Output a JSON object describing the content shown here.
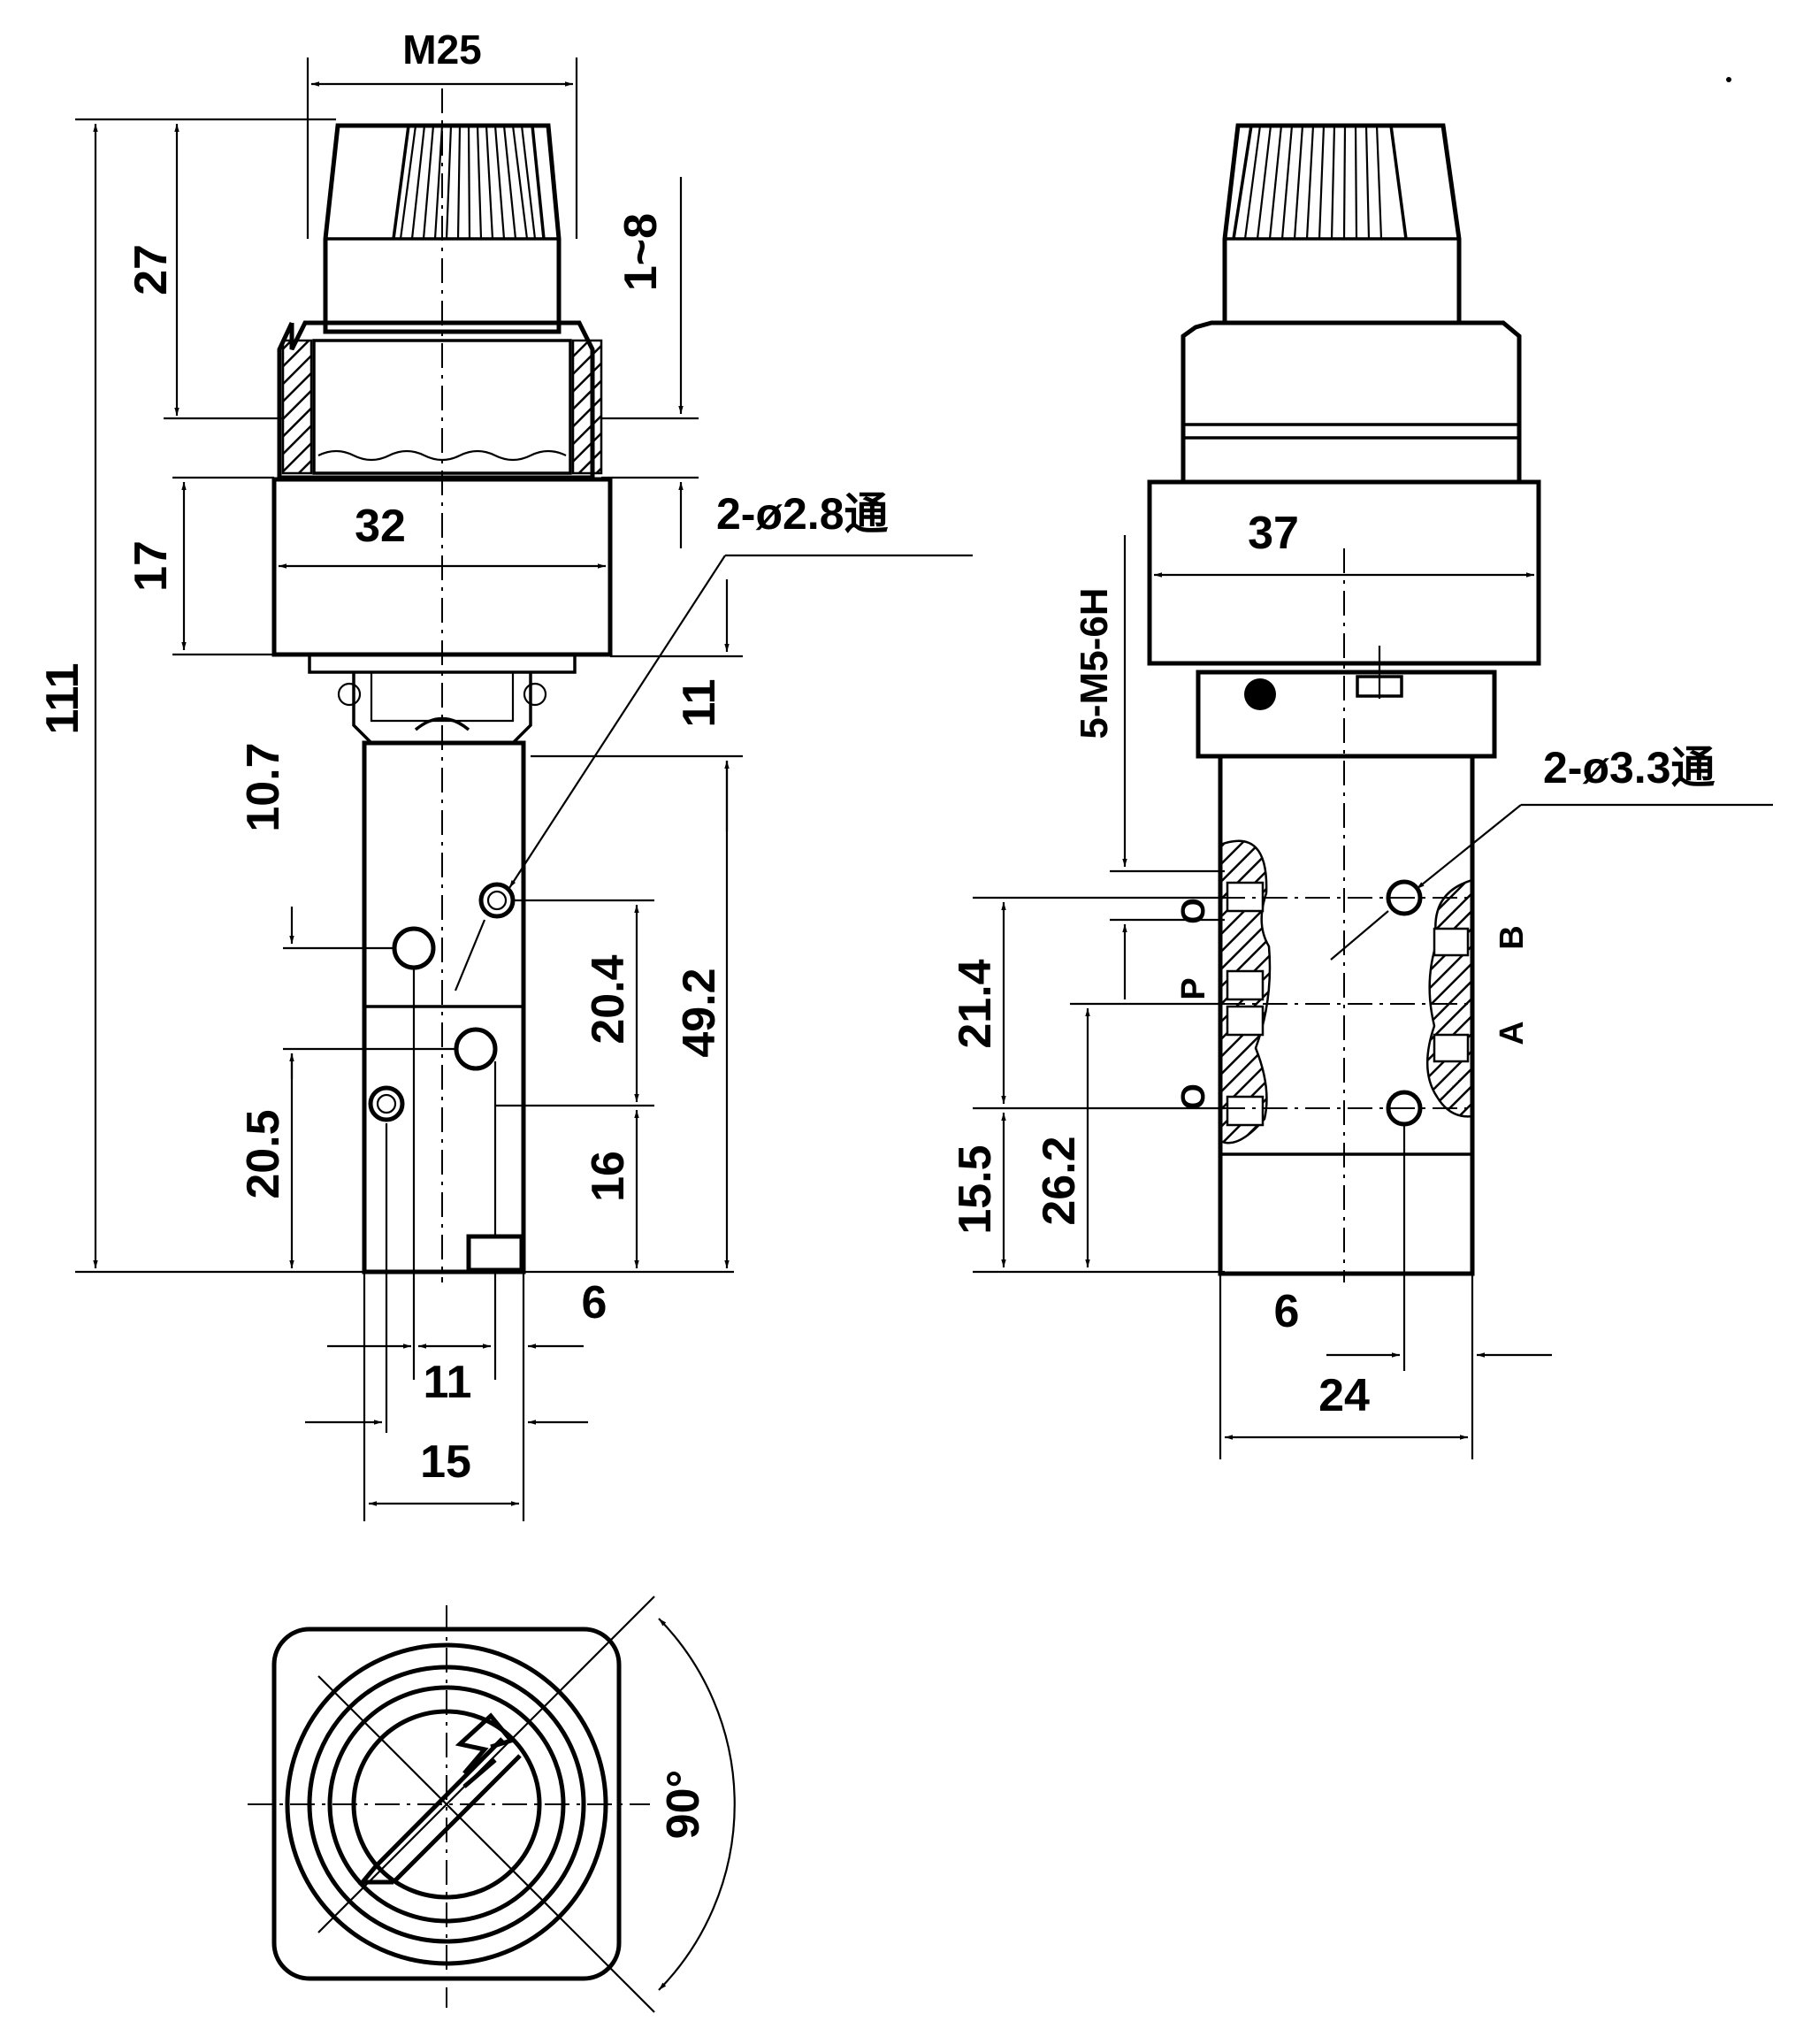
{
  "colors": {
    "ink": "#000000",
    "paper": "#ffffff"
  },
  "front_view": {
    "dims": {
      "thread": "M25",
      "knob_height": "27",
      "stroke": "1~8",
      "nut_width": "32",
      "nut_height": "17",
      "total_height": "111",
      "dim_11_vertical": "11",
      "dim_10_7": "10.7",
      "dim_20_4": "20.4",
      "dim_49_2": "49.2",
      "dim_20_5": "20.5",
      "dim_16": "16",
      "dim_6": "6",
      "dim_11_horizontal": "11",
      "dim_15": "15"
    },
    "hole_note": "2-ø2.8通"
  },
  "side_view": {
    "dims": {
      "nut_width": "37",
      "thread_callout": "5-M5-6H",
      "dim_21_4": "21.4",
      "dim_15_5": "15.5",
      "dim_26_2": "26.2",
      "dim_6": "6",
      "dim_24": "24"
    },
    "hole_note": "2-ø3.3通",
    "ports": {
      "o_top": "O",
      "p": "P",
      "o_bottom": "O",
      "b": "B",
      "a": "A"
    }
  },
  "top_view": {
    "angle": "90°"
  }
}
